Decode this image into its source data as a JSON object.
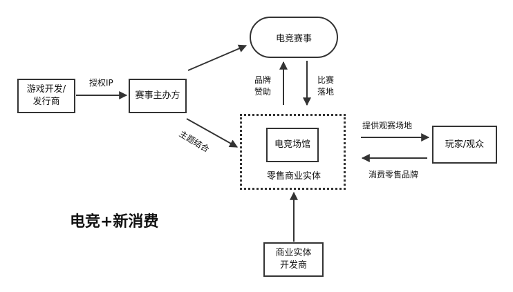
{
  "title": "电竞+新消费",
  "nodes": {
    "game_dev": "游戏开发/发行商",
    "organizer": "赛事主办方",
    "esports_event": "电竞赛事",
    "esports_venue": "电竞场馆",
    "retail_entity": "零售商业实体",
    "players": "玩家/观众",
    "retail_developer": "商业实体开发商"
  },
  "edges": {
    "license_ip": "授权IP",
    "brand_sponsor": "品牌赞助",
    "event_landing": "比赛落地",
    "theme_combine": "主题结合",
    "provide_venue": "提供观赛场地",
    "consume_retail": "消费零售品牌"
  }
}
